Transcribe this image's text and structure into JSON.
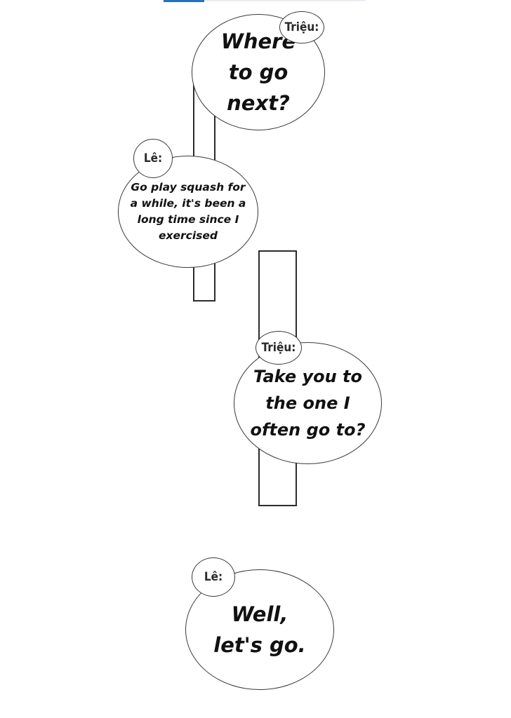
{
  "dialogue": [
    {
      "speaker": "Triệu:",
      "line": "Where to go next?"
    },
    {
      "speaker": "Lê:",
      "line": "Go play squash for a while, it's been a long time since I exercised"
    },
    {
      "speaker": "Triệu:",
      "line": "Take you to the one I often go to?"
    },
    {
      "speaker": "Lê:",
      "line": "Well, let's go."
    }
  ],
  "colors": {
    "background": "#ffffff",
    "ink": "#111111",
    "panel_border": "#2b2b2b",
    "accent": "#2d6fb6"
  }
}
